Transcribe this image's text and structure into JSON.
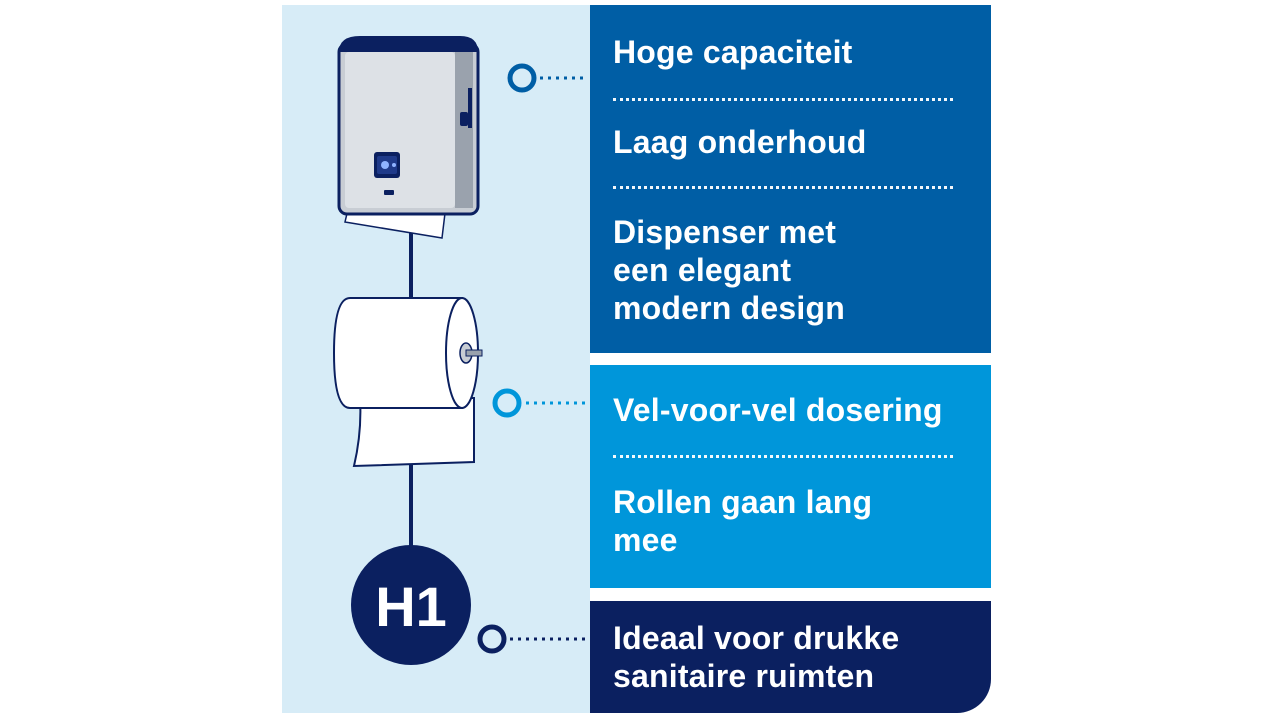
{
  "colors": {
    "background": "#ffffff",
    "left_panel": "#d7ecf7",
    "block_dark_blue": "#005ea5",
    "block_light_blue": "#0096da",
    "block_navy": "#0b2060"
  },
  "illustration": {
    "items": [
      "towel-dispenser",
      "paper-towel-roll"
    ],
    "badge_label": "H1"
  },
  "groups": [
    {
      "features": [
        "Hoge capaciteit",
        "Laag onderhoud",
        "Dispenser met\neen elegant\nmodern design"
      ]
    },
    {
      "features": [
        "Vel-voor-vel dosering",
        "Rollen gaan lang\nmee"
      ]
    },
    {
      "features": [
        "Ideaal voor drukke\nsanitaire ruimten"
      ]
    }
  ]
}
